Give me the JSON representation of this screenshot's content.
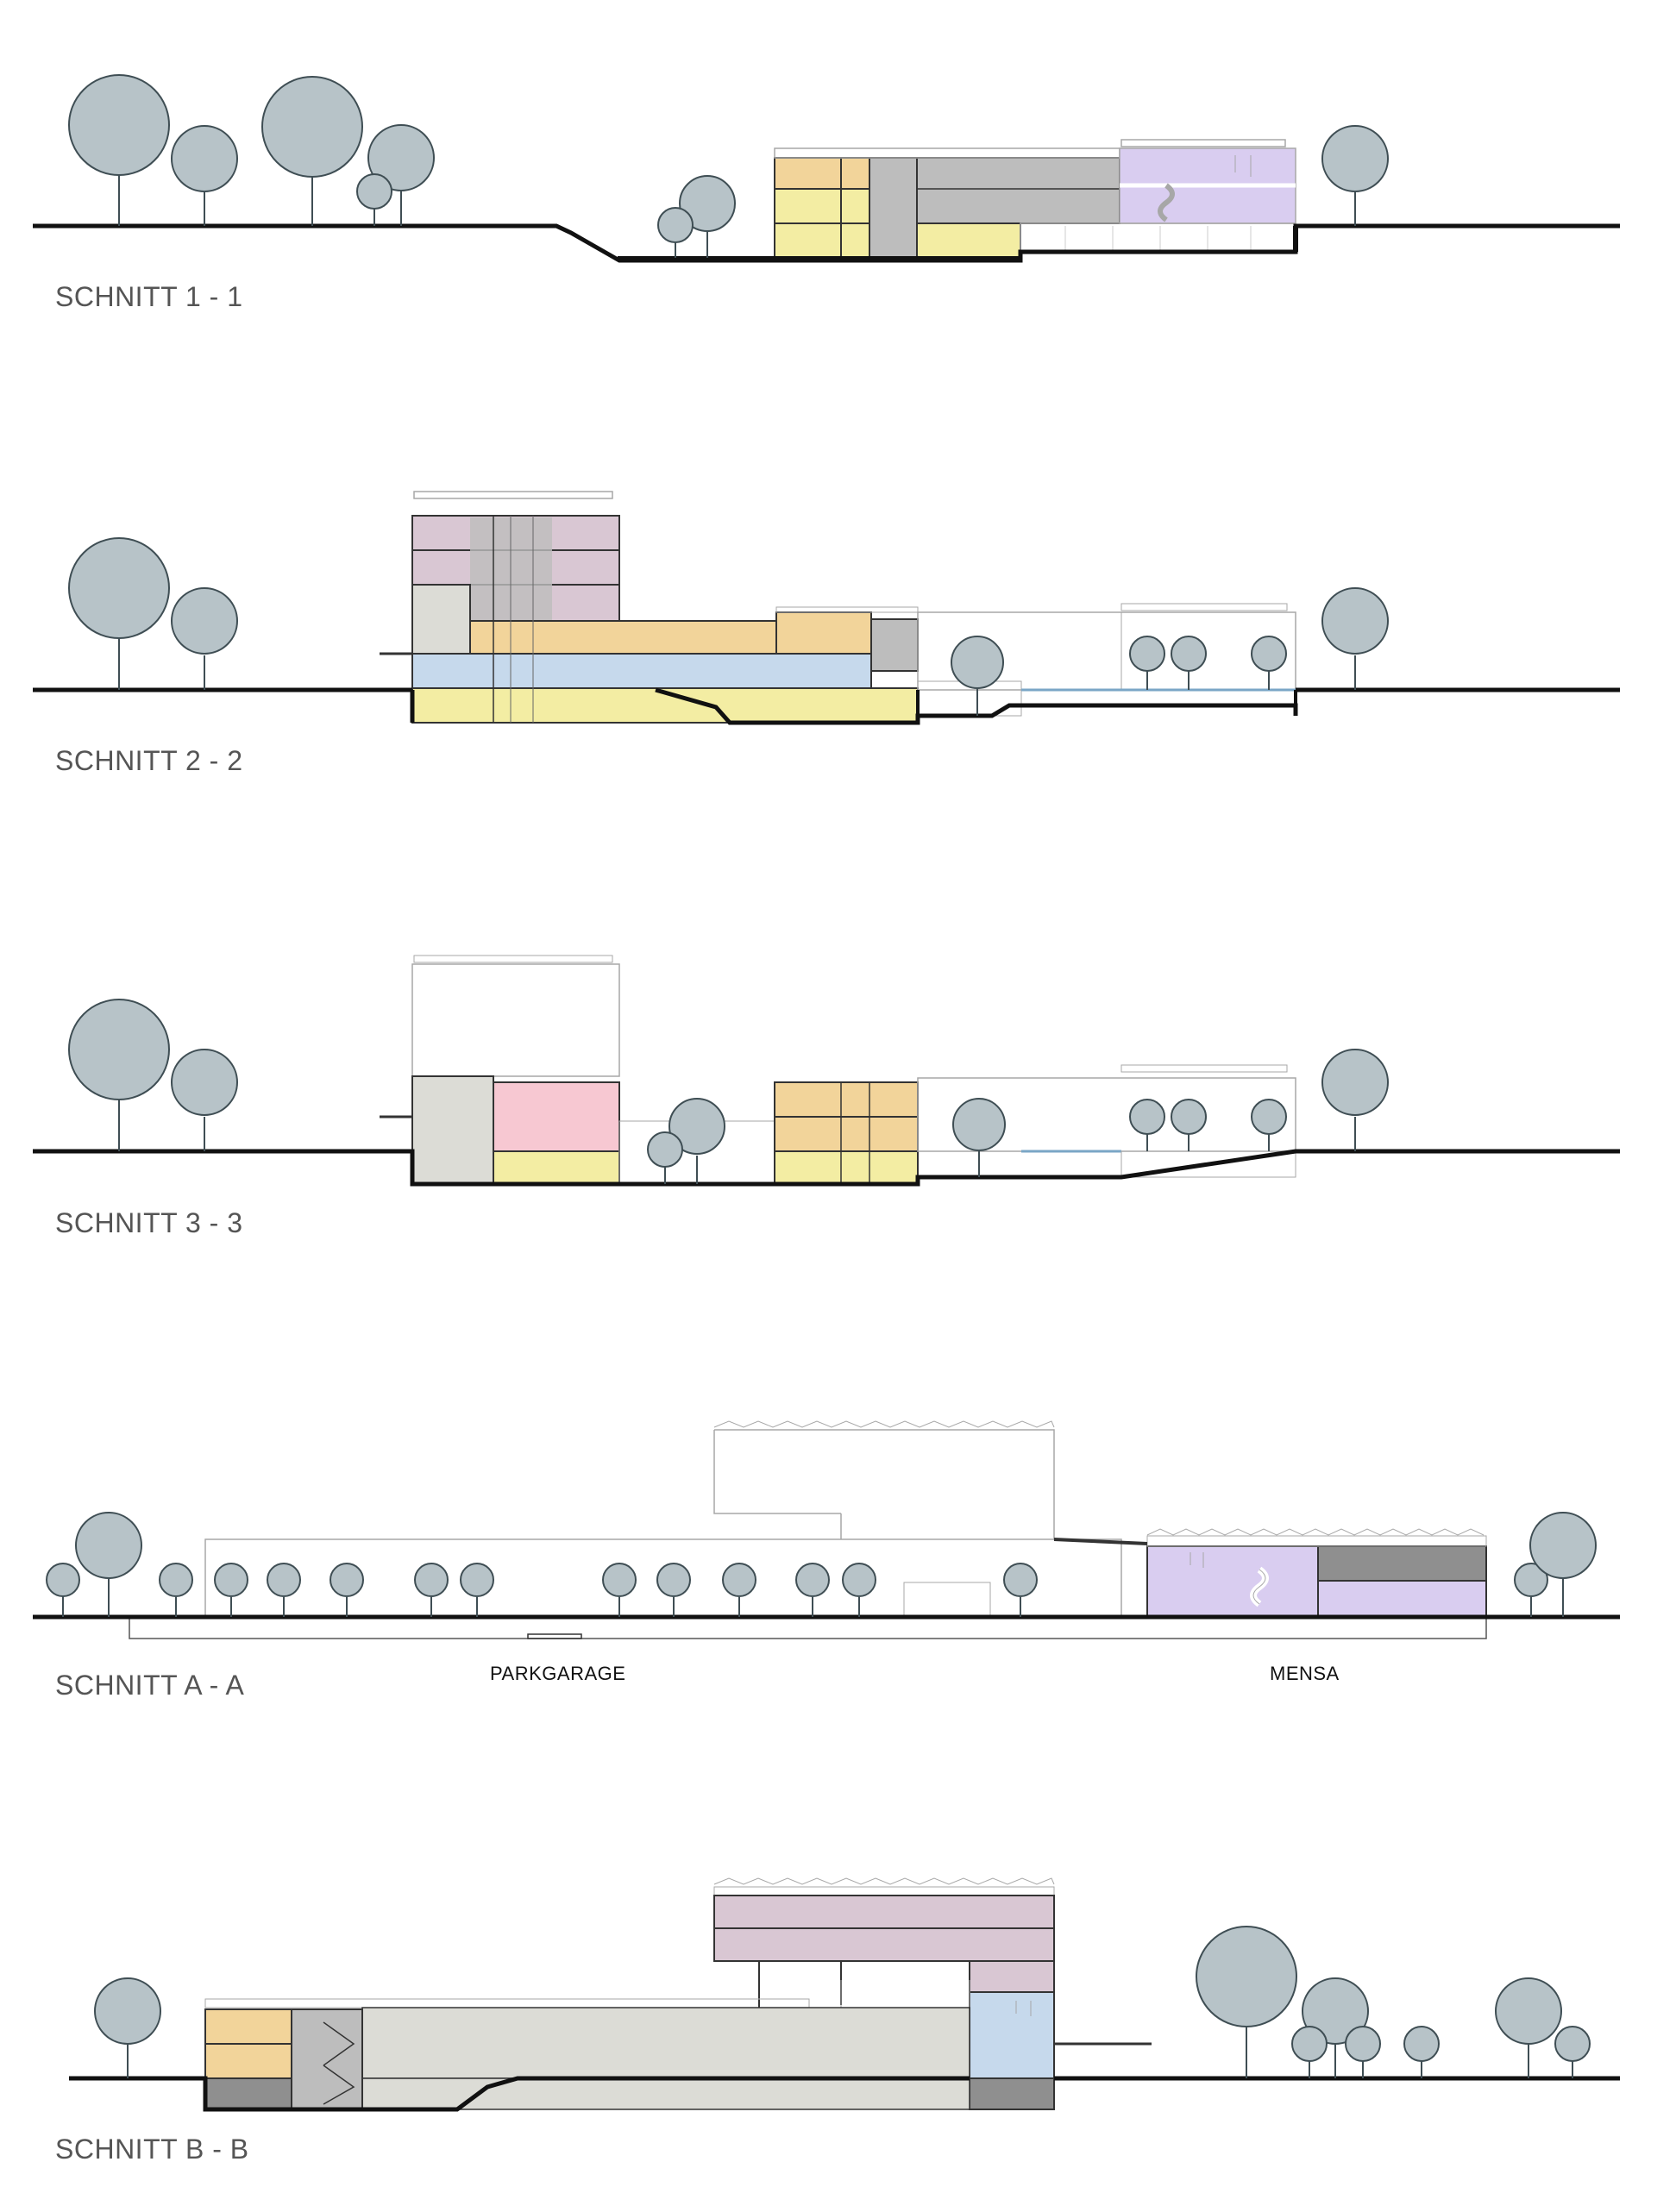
{
  "sheet": {
    "sections": [
      {
        "id": "s1",
        "title": "SCHNITT 1 - 1"
      },
      {
        "id": "s2",
        "title": "SCHNITT 2 - 2"
      },
      {
        "id": "s3",
        "title": "SCHNITT 3 - 3"
      },
      {
        "id": "sa",
        "title": "SCHNITT A - A",
        "labels": {
          "left": "PARKGARAGE",
          "right": "MENSA"
        }
      },
      {
        "id": "sb",
        "title": "SCHNITT B - B"
      }
    ]
  },
  "palette": {
    "ground": "#111111",
    "tree_fill": "#b7c3c8",
    "tree_stroke": "#3f4e54",
    "orange": "#f2d49a",
    "yellow": "#f3eda3",
    "gray": "#bdbdbd",
    "dark_gray": "#8f8f8f",
    "purple": "#d9cdf0",
    "mauve": "#d9c7d3",
    "blue": "#c6d9ec",
    "pink": "#f7c8d2",
    "light_gray": "#dcdcd6",
    "wall": "#333333",
    "outline": "#a7a7a7"
  }
}
